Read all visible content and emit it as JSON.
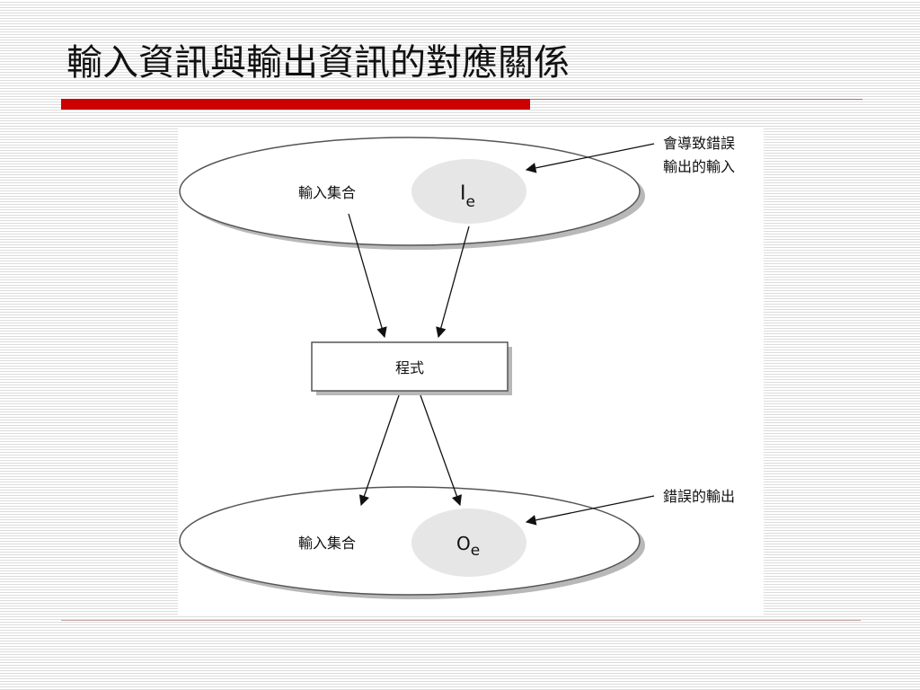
{
  "slide": {
    "title": "輸入資訊與輸出資訊的對應關係"
  },
  "diagram": {
    "input_set_label": "輸入集合",
    "input_error_label": "I",
    "input_error_subscript": "e",
    "program_label": "程式",
    "output_set_label": "輸入集合",
    "output_error_label": "O",
    "output_error_subscript": "e",
    "callout_input": [
      "會導致錯誤",
      "輸出的輸入"
    ],
    "callout_output": "錯誤的輸出"
  },
  "colors": {
    "accent_bar": "#cc0000",
    "ellipse_fill": "#ffffff",
    "ellipse_shadow": "#b8b8b8",
    "subset_fill": "#e6e6e6",
    "stroke": "#555555"
  }
}
